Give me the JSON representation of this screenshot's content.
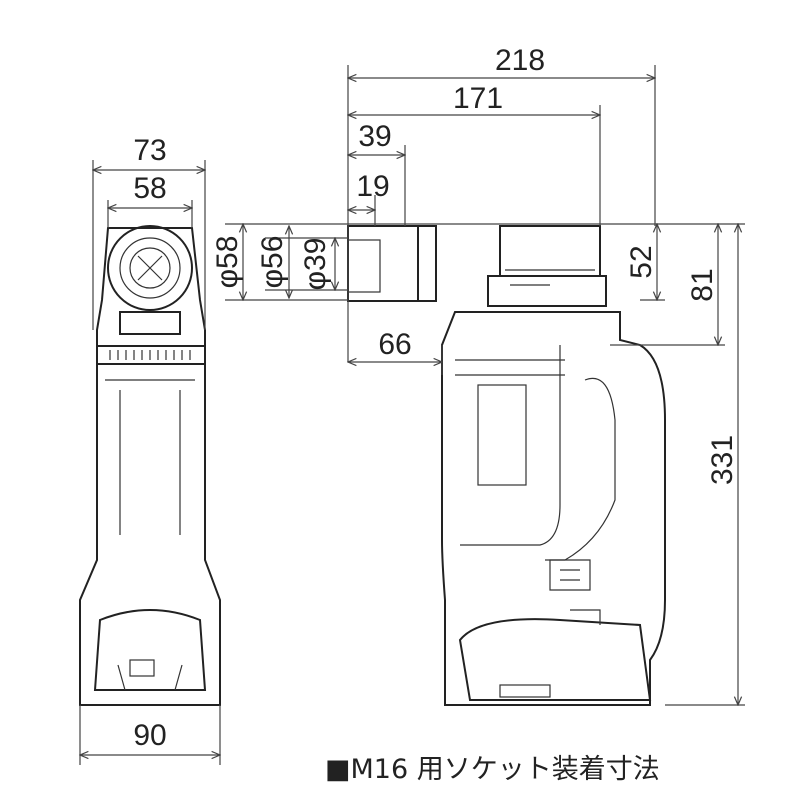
{
  "drawing": {
    "front_view": {
      "width_overall": "73",
      "head_width": "58",
      "battery_width": "90"
    },
    "side_view": {
      "length_overall": "218",
      "length_to_body": "171",
      "socket_length": "39",
      "socket_inset": "19",
      "socket_to_body": "66",
      "diameter_outer": "φ58",
      "diameter_mid": "φ56",
      "diameter_inner": "φ39",
      "head_height": "52",
      "head_to_grip": "81",
      "height_overall": "331"
    },
    "caption": "■M16 用ソケット装着寸法"
  }
}
